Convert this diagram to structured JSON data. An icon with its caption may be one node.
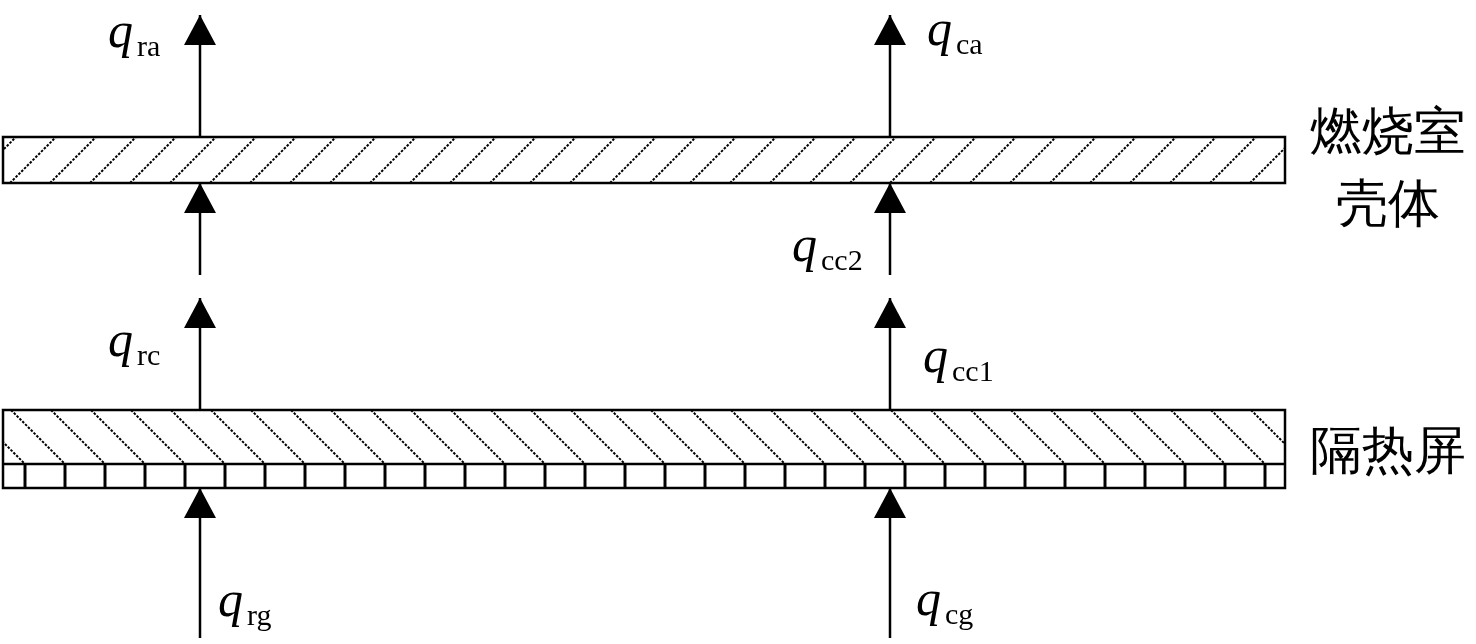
{
  "diagram": {
    "nodes": [
      {
        "text": [
          "燃烧室壳体"
        ]
      },
      {
        "text": [
          "隔热屏"
        ]
      }
    ],
    "edges": [
      {
        "from": 0,
        "to": null,
        "arrow": "to",
        "label": "*q*$_{ra}$"
      },
      {
        "from": 0,
        "to": null,
        "arrow": "to",
        "label": "*q*$_{ca}$"
      },
      {
        "from": null,
        "to": 0,
        "arrow": "to"
      },
      {
        "from": null,
        "to": 0,
        "arrow": "to",
        "label": "*q*$_{cc2}$"
      },
      {
        "from": 1,
        "to": null,
        "arrow": "to",
        "label": "*q*$_{rc}$"
      },
      {
        "from": 1,
        "to": null,
        "arrow": "to",
        "label": "*q*$_{cc1}$"
      },
      {
        "from": null,
        "to": 1,
        "arrow": "to",
        "label": "*q*$_{rg}$"
      },
      {
        "from": null,
        "to": 1,
        "arrow": "to",
        "label": "*q*$_{cg}$"
      }
    ]
  }
}
